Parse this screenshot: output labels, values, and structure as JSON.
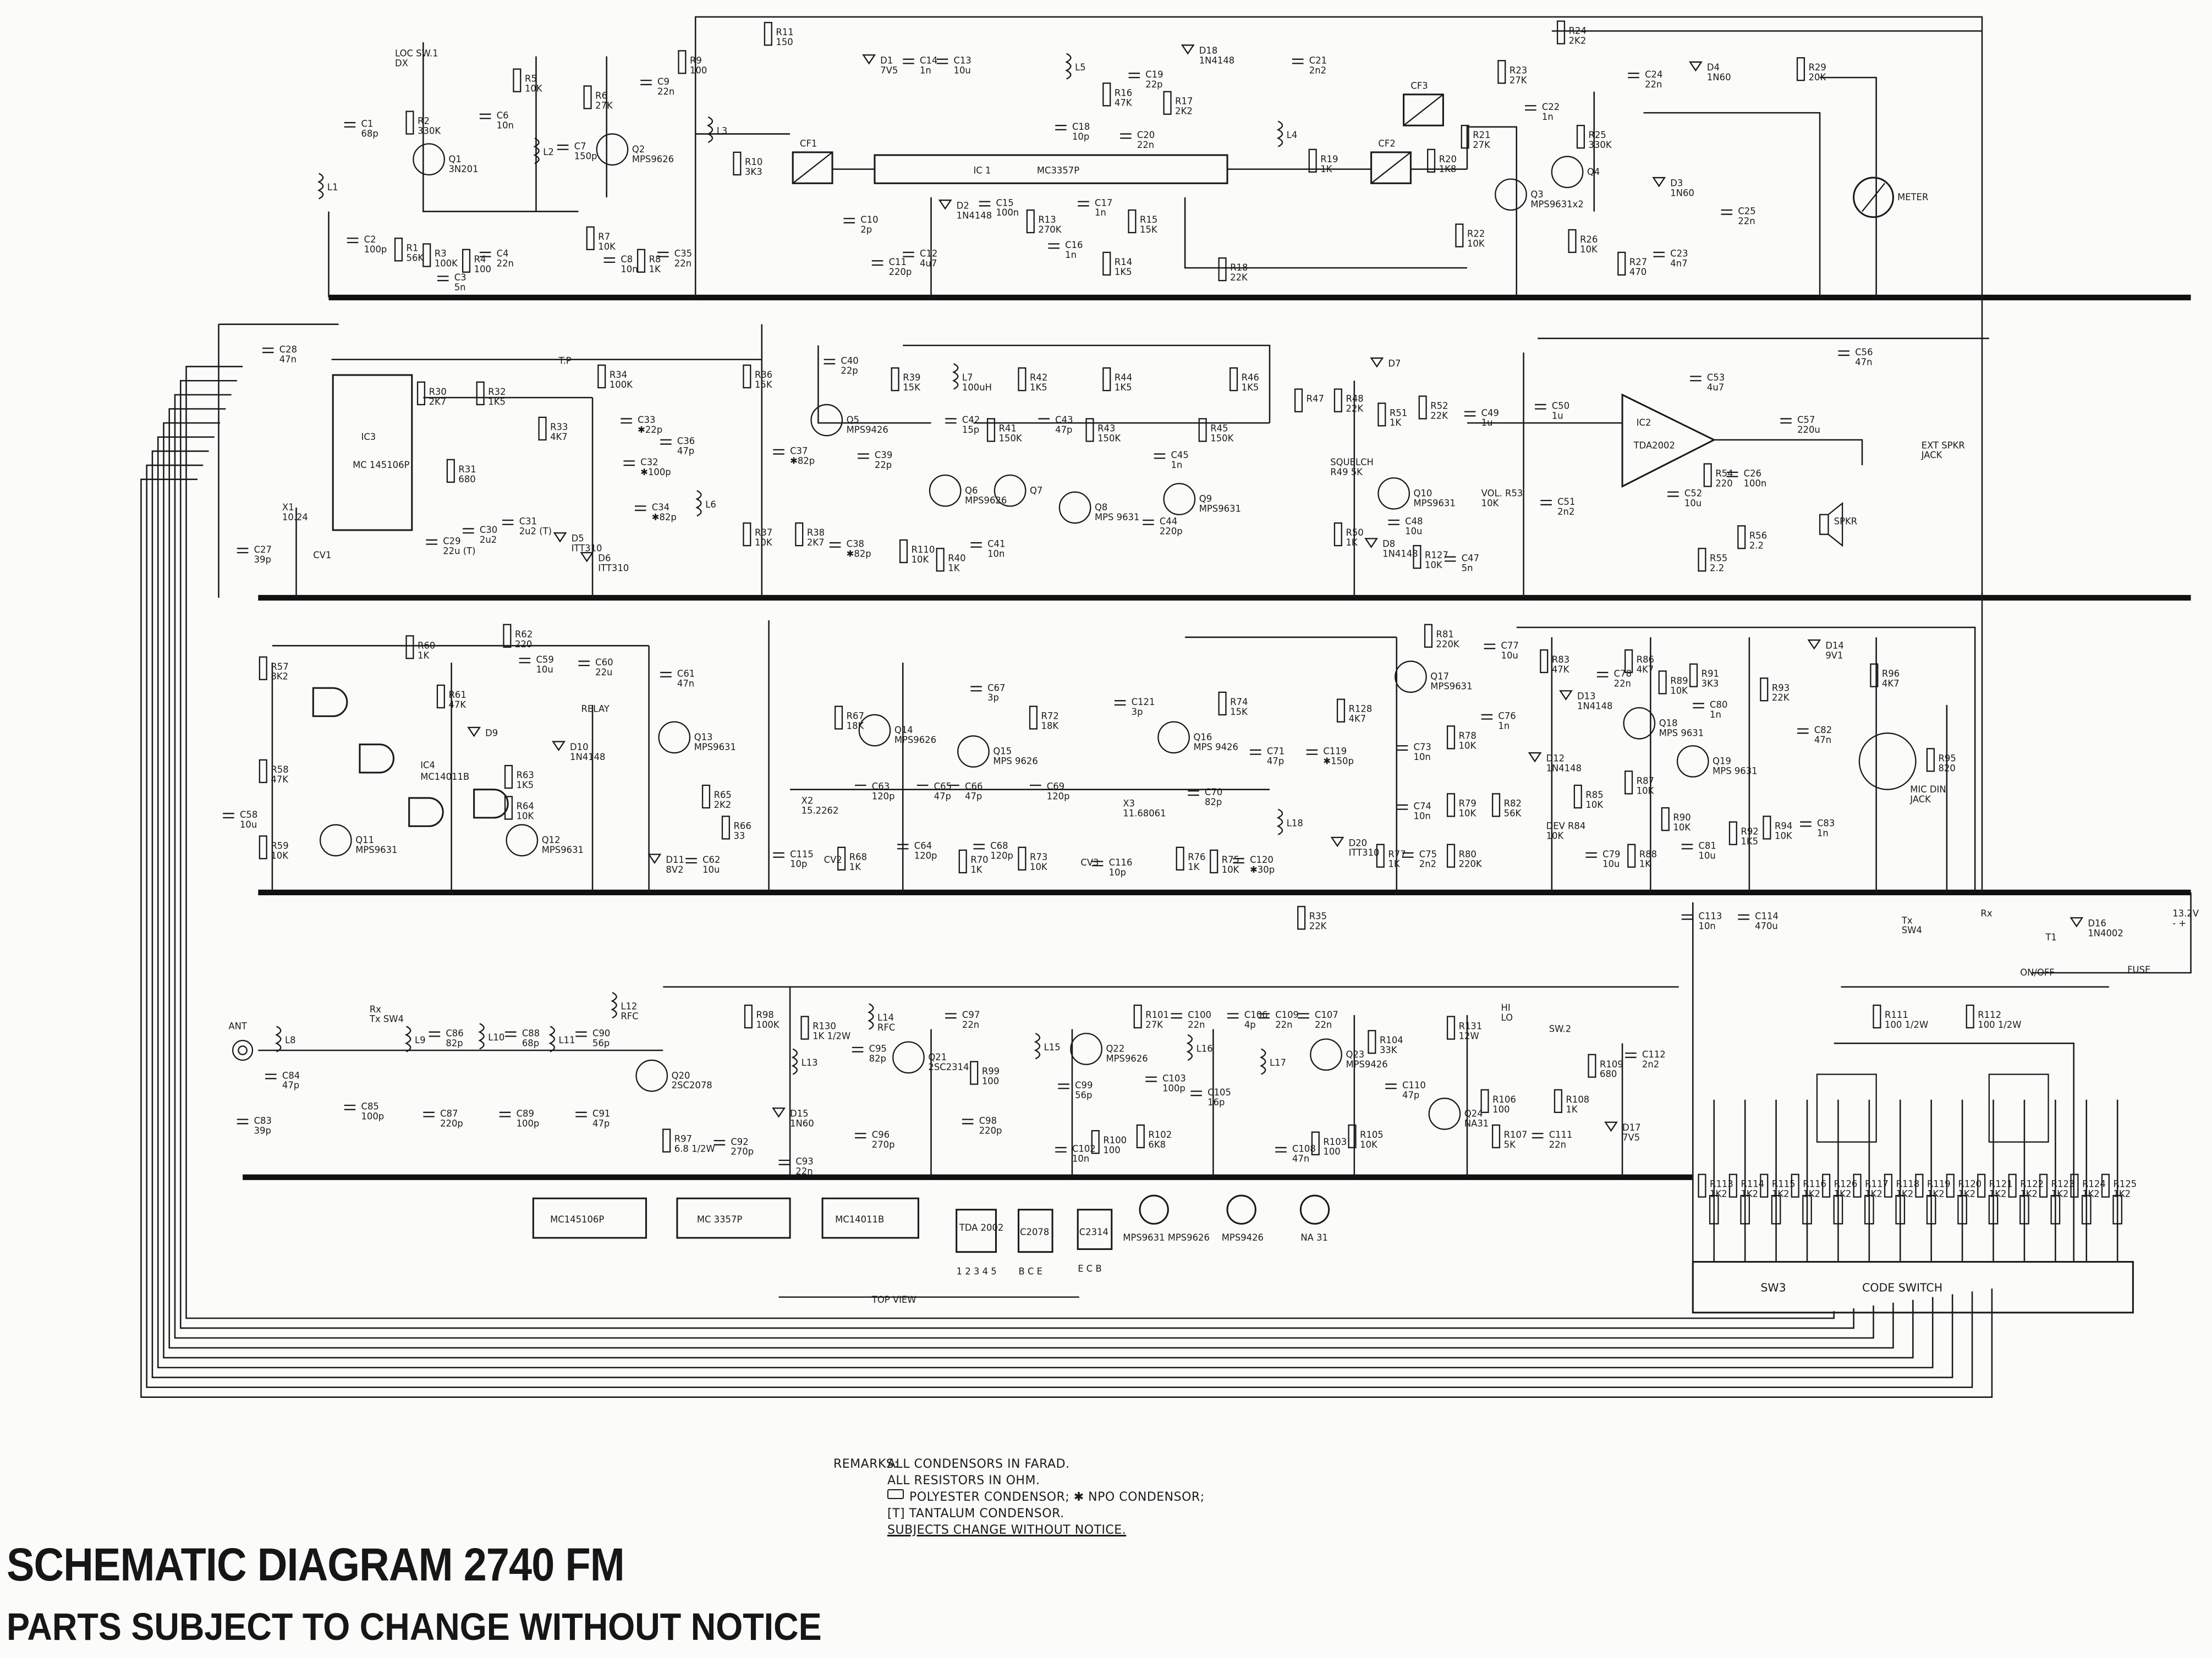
{
  "title": "SCHEMATIC DIAGRAM  2740 FM",
  "subtitle": "PARTS SUBJECT TO CHANGE  WITHOUT NOTICE",
  "remarks": {
    "heading": "REMARKS:",
    "lines": [
      "ALL CONDENSORS IN FARAD.",
      "ALL RESISTORS IN OHM.",
      "POLYESTER CONDENSOR; ✱ NPO CONDENSOR;",
      "[T] TANTALUM CONDENSOR.",
      "SUBJECTS CHANGE WITHOUT NOTICE."
    ]
  },
  "ics": [
    {
      "ref": "IC 1",
      "part": "MC3357P"
    },
    {
      "ref": "IC3",
      "part": "MC 145106P"
    },
    {
      "ref": "IC2",
      "part": "TDA2002"
    },
    {
      "ref": "IC4",
      "part": "MC14011B"
    }
  ],
  "filters": [
    "CF1",
    "CF2",
    "CF3"
  ],
  "code_switch": {
    "ref": "SW3",
    "label": "CODE SWITCH"
  },
  "packages": {
    "items": [
      "MC145106P",
      "MC 3357P",
      "MC14011B",
      "TDA 2002",
      "C2078",
      "C2314",
      "MPS9631 MPS9626",
      "MPS9426",
      "NA 31"
    ],
    "pins": [
      "B C E",
      "E C B",
      "1 2 3 4 5"
    ],
    "caption": "TOP VIEW"
  },
  "components": [
    {
      "ref": "R11",
      "value": "150"
    },
    {
      "ref": "R24",
      "value": "2K2"
    },
    {
      "ref": "R5",
      "value": "10K"
    },
    {
      "ref": "R6",
      "value": "27K"
    },
    {
      "ref": "R9",
      "value": "100"
    },
    {
      "ref": "C9",
      "value": "22n"
    },
    {
      "ref": "Q2",
      "value": "MPS9626"
    },
    {
      "ref": "L3",
      "value": ""
    },
    {
      "ref": "R10",
      "value": "3K3"
    },
    {
      "ref": "C1",
      "value": "68p"
    },
    {
      "ref": "L1",
      "value": ""
    },
    {
      "ref": "R2",
      "value": "330K"
    },
    {
      "ref": "Q1",
      "value": "3N201"
    },
    {
      "ref": "C6",
      "value": "10n"
    },
    {
      "ref": "L2",
      "value": ""
    },
    {
      "ref": "C7",
      "value": "150p"
    },
    {
      "ref": "D1",
      "value": "7V5"
    },
    {
      "ref": "C14",
      "value": "1n"
    },
    {
      "ref": "C13",
      "value": "10u"
    },
    {
      "ref": "L5",
      "value": ""
    },
    {
      "ref": "R16",
      "value": "47K"
    },
    {
      "ref": "R17",
      "value": "2K2"
    },
    {
      "ref": "C19",
      "value": "22p"
    },
    {
      "ref": "D18",
      "value": "1N4148"
    },
    {
      "ref": "C21",
      "value": "2n2"
    },
    {
      "ref": "C18",
      "value": "10p"
    },
    {
      "ref": "C20",
      "value": "22n"
    },
    {
      "ref": "L4",
      "value": ""
    },
    {
      "ref": "R19",
      "value": "1K"
    },
    {
      "ref": "R20",
      "value": "1K8"
    },
    {
      "ref": "R23",
      "value": "27K"
    },
    {
      "ref": "R21",
      "value": "27K"
    },
    {
      "ref": "Q3",
      "value": "MPS9631x2"
    },
    {
      "ref": "C22",
      "value": "1n"
    },
    {
      "ref": "C24",
      "value": "22n"
    },
    {
      "ref": "D4",
      "value": "1N60"
    },
    {
      "ref": "R29",
      "value": "20K"
    },
    {
      "ref": "R25",
      "value": "330K"
    },
    {
      "ref": "Q4",
      "value": ""
    },
    {
      "ref": "D3",
      "value": "1N60"
    },
    {
      "ref": "METER",
      "value": ""
    },
    {
      "ref": "D2",
      "value": "1N4148"
    },
    {
      "ref": "C15",
      "value": "100n"
    },
    {
      "ref": "R13",
      "value": "270K"
    },
    {
      "ref": "C17",
      "value": "1n"
    },
    {
      "ref": "R15",
      "value": "15K"
    },
    {
      "ref": "R18",
      "value": "22K"
    },
    {
      "ref": "R14",
      "value": "1K5"
    },
    {
      "ref": "C16",
      "value": "1n"
    },
    {
      "ref": "C10",
      "value": "2p"
    },
    {
      "ref": "C11",
      "value": "220p"
    },
    {
      "ref": "C12",
      "value": "4u7"
    },
    {
      "ref": "R22",
      "value": "10K"
    },
    {
      "ref": "R26",
      "value": "10K"
    },
    {
      "ref": "R27",
      "value": "470"
    },
    {
      "ref": "C23",
      "value": "4n7"
    },
    {
      "ref": "C25",
      "value": "22n"
    },
    {
      "ref": "R1",
      "value": "56K"
    },
    {
      "ref": "R3",
      "value": "100K"
    },
    {
      "ref": "C3",
      "value": "5n"
    },
    {
      "ref": "R4",
      "value": "100"
    },
    {
      "ref": "C4",
      "value": "22n"
    },
    {
      "ref": "C2",
      "value": "100p"
    },
    {
      "ref": "R7",
      "value": "10K"
    },
    {
      "ref": "C8",
      "value": "10n"
    },
    {
      "ref": "R8",
      "value": "1K"
    },
    {
      "ref": "C35",
      "value": "22n"
    },
    {
      "ref": "LOC SW.1",
      "value": "DX"
    },
    {
      "ref": "C28",
      "value": "47n"
    },
    {
      "ref": "R30",
      "value": "2K7"
    },
    {
      "ref": "R32",
      "value": "1K5"
    },
    {
      "ref": "T.P",
      "value": ""
    },
    {
      "ref": "R31",
      "value": "680"
    },
    {
      "ref": "C30",
      "value": "2u2"
    },
    {
      "ref": "C29",
      "value": "22u (T)"
    },
    {
      "ref": "C31",
      "value": "2u2 (T)"
    },
    {
      "ref": "R33",
      "value": "4K7"
    },
    {
      "ref": "D5",
      "value": "ITT310"
    },
    {
      "ref": "R34",
      "value": "100K"
    },
    {
      "ref": "C33",
      "value": "✱22p"
    },
    {
      "ref": "C32",
      "value": "✱100p"
    },
    {
      "ref": "C34",
      "value": "✱82p"
    },
    {
      "ref": "C36",
      "value": "47p"
    },
    {
      "ref": "D6",
      "value": "ITT310"
    },
    {
      "ref": "L6",
      "value": ""
    },
    {
      "ref": "R36",
      "value": "15K"
    },
    {
      "ref": "Q5",
      "value": "MPS9426"
    },
    {
      "ref": "C40",
      "value": "22p"
    },
    {
      "ref": "C37",
      "value": "✱82p"
    },
    {
      "ref": "C39",
      "value": "22p"
    },
    {
      "ref": "R37",
      "value": "10K"
    },
    {
      "ref": "R38",
      "value": "2K7"
    },
    {
      "ref": "C38",
      "value": "✱82p"
    },
    {
      "ref": "R39",
      "value": "15K"
    },
    {
      "ref": "L7",
      "value": "100uH"
    },
    {
      "ref": "C42",
      "value": "15p"
    },
    {
      "ref": "R41",
      "value": "150K"
    },
    {
      "ref": "R42",
      "value": "1K5"
    },
    {
      "ref": "C43",
      "value": "47p"
    },
    {
      "ref": "Q6",
      "value": "MPS9626"
    },
    {
      "ref": "Q7",
      "value": ""
    },
    {
      "ref": "R40",
      "value": "1K"
    },
    {
      "ref": "R110",
      "value": "10K"
    },
    {
      "ref": "C41",
      "value": "10n"
    },
    {
      "ref": "R44",
      "value": "1K5"
    },
    {
      "ref": "R43",
      "value": "150K"
    },
    {
      "ref": "Q8",
      "value": "MPS 9631"
    },
    {
      "ref": "C44",
      "value": "220p"
    },
    {
      "ref": "R46",
      "value": "1K5"
    },
    {
      "ref": "R45",
      "value": "150K"
    },
    {
      "ref": "C45",
      "value": "1n"
    },
    {
      "ref": "Q9",
      "value": "MPS9631"
    },
    {
      "ref": "D7",
      "value": ""
    },
    {
      "ref": "R47",
      "value": ""
    },
    {
      "ref": "R48",
      "value": "22K"
    },
    {
      "ref": "SQUELCH",
      "value": "R49 5K"
    },
    {
      "ref": "R51",
      "value": "1K"
    },
    {
      "ref": "R52",
      "value": "22K"
    },
    {
      "ref": "Q10",
      "value": "MPS9631"
    },
    {
      "ref": "R50",
      "value": "1K"
    },
    {
      "ref": "D8",
      "value": "1N4148"
    },
    {
      "ref": "C48",
      "value": "10u"
    },
    {
      "ref": "R127",
      "value": "10K"
    },
    {
      "ref": "C47",
      "value": "5n"
    },
    {
      "ref": "C49",
      "value": "1u"
    },
    {
      "ref": "VOL. R53",
      "value": "10K"
    },
    {
      "ref": "C50",
      "value": "1u"
    },
    {
      "ref": "C51",
      "value": "2n2"
    },
    {
      "ref": "C52",
      "value": "10u"
    },
    {
      "ref": "C53",
      "value": "4u7"
    },
    {
      "ref": "R54",
      "value": "220"
    },
    {
      "ref": "C26",
      "value": "100n"
    },
    {
      "ref": "R55",
      "value": "2.2"
    },
    {
      "ref": "R56",
      "value": "2.2"
    },
    {
      "ref": "C57",
      "value": "220u"
    },
    {
      "ref": "EXT SPKR",
      "value": "JACK"
    },
    {
      "ref": "SPKR",
      "value": ""
    },
    {
      "ref": "C56",
      "value": "47n"
    },
    {
      "ref": "X1",
      "value": "10.24"
    },
    {
      "ref": "CV1",
      "value": ""
    },
    {
      "ref": "C27",
      "value": "39p"
    },
    {
      "ref": "R62",
      "value": "220"
    },
    {
      "ref": "R57",
      "value": "8K2"
    },
    {
      "ref": "R60",
      "value": "1K"
    },
    {
      "ref": "R61",
      "value": "47K"
    },
    {
      "ref": "C59",
      "value": "10u"
    },
    {
      "ref": "C60",
      "value": "22u"
    },
    {
      "ref": "D9",
      "value": ""
    },
    {
      "ref": "D10",
      "value": "1N4148"
    },
    {
      "ref": "RELAY",
      "value": ""
    },
    {
      "ref": "R63",
      "value": "1K5"
    },
    {
      "ref": "R64",
      "value": "10K"
    },
    {
      "ref": "Q11",
      "value": "MPS9631"
    },
    {
      "ref": "Q12",
      "value": "MPS9631"
    },
    {
      "ref": "R58",
      "value": "47K"
    },
    {
      "ref": "R59",
      "value": "10K"
    },
    {
      "ref": "C58",
      "value": "10u"
    },
    {
      "ref": "Q13",
      "value": "MPS9631"
    },
    {
      "ref": "C61",
      "value": "47n"
    },
    {
      "ref": "R65",
      "value": "2K2"
    },
    {
      "ref": "R66",
      "value": "33"
    },
    {
      "ref": "D11",
      "value": "8V2"
    },
    {
      "ref": "C62",
      "value": "10u"
    },
    {
      "ref": "R67",
      "value": "18K"
    },
    {
      "ref": "Q14",
      "value": "MPS9626"
    },
    {
      "ref": "X2",
      "value": "15.2262"
    },
    {
      "ref": "C63",
      "value": "120p"
    },
    {
      "ref": "C65",
      "value": "47p"
    },
    {
      "ref": "C66",
      "value": "47p"
    },
    {
      "ref": "C115",
      "value": "10p"
    },
    {
      "ref": "CV2",
      "value": ""
    },
    {
      "ref": "R68",
      "value": "1K"
    },
    {
      "ref": "C64",
      "value": "120p"
    },
    {
      "ref": "R70",
      "value": "1K"
    },
    {
      "ref": "C67",
      "value": "3p"
    },
    {
      "ref": "R72",
      "value": "18K"
    },
    {
      "ref": "Q15",
      "value": "MPS 9626"
    },
    {
      "ref": "C69",
      "value": "120p"
    },
    {
      "ref": "X3",
      "value": "11.68061"
    },
    {
      "ref": "R73",
      "value": "10K"
    },
    {
      "ref": "CV3",
      "value": ""
    },
    {
      "ref": "C116",
      "value": "10p"
    },
    {
      "ref": "C68",
      "value": "120p"
    },
    {
      "ref": "C121",
      "value": "3p"
    },
    {
      "ref": "Q16",
      "value": "MPS 9426"
    },
    {
      "ref": "R74",
      "value": "15K"
    },
    {
      "ref": "C71",
      "value": "47p"
    },
    {
      "ref": "C70",
      "value": "82p"
    },
    {
      "ref": "R76",
      "value": "1K"
    },
    {
      "ref": "R75",
      "value": "10K"
    },
    {
      "ref": "C120",
      "value": "✱30p"
    },
    {
      "ref": "L18",
      "value": ""
    },
    {
      "ref": "C119",
      "value": "✱150p"
    },
    {
      "ref": "D20",
      "value": "ITT310"
    },
    {
      "ref": "R128",
      "value": "4K7"
    },
    {
      "ref": "R81",
      "value": "220K"
    },
    {
      "ref": "C77",
      "value": "10u"
    },
    {
      "ref": "Q17",
      "value": "MPS9631"
    },
    {
      "ref": "C73",
      "value": "10n"
    },
    {
      "ref": "C74",
      "value": "10n"
    },
    {
      "ref": "R78",
      "value": "10K"
    },
    {
      "ref": "C76",
      "value": "1n"
    },
    {
      "ref": "R77",
      "value": "1K"
    },
    {
      "ref": "C75",
      "value": "2n2"
    },
    {
      "ref": "R79",
      "value": "10K"
    },
    {
      "ref": "R80",
      "value": "220K"
    },
    {
      "ref": "R83",
      "value": "47K"
    },
    {
      "ref": "D13",
      "value": "1N4148"
    },
    {
      "ref": "C78",
      "value": "22n"
    },
    {
      "ref": "R86",
      "value": "4K7"
    },
    {
      "ref": "D12",
      "value": "1N4148"
    },
    {
      "ref": "R82",
      "value": "56K"
    },
    {
      "ref": "DEV R84",
      "value": "10K"
    },
    {
      "ref": "R85",
      "value": "10K"
    },
    {
      "ref": "C79",
      "value": "10u"
    },
    {
      "ref": "R87",
      "value": "10K"
    },
    {
      "ref": "R88",
      "value": "1K"
    },
    {
      "ref": "Q18",
      "value": "MPS 9631"
    },
    {
      "ref": "R89",
      "value": "10K"
    },
    {
      "ref": "C80",
      "value": "1n"
    },
    {
      "ref": "R91",
      "value": "3K3"
    },
    {
      "ref": "R93",
      "value": "22K"
    },
    {
      "ref": "Q19",
      "value": "MPS 9631"
    },
    {
      "ref": "R90",
      "value": "10K"
    },
    {
      "ref": "C81",
      "value": "10u"
    },
    {
      "ref": "R92",
      "value": "1K5"
    },
    {
      "ref": "R94",
      "value": "10K"
    },
    {
      "ref": "C82",
      "value": "47n"
    },
    {
      "ref": "D14",
      "value": "9V1"
    },
    {
      "ref": "R96",
      "value": "4K7"
    },
    {
      "ref": "MIC DIN",
      "value": "JACK"
    },
    {
      "ref": "R95",
      "value": "820"
    },
    {
      "ref": "C83",
      "value": "1n"
    },
    {
      "ref": "R35",
      "value": "22K"
    },
    {
      "ref": "C113",
      "value": "10n"
    },
    {
      "ref": "C114",
      "value": "470u"
    },
    {
      "ref": "D16",
      "value": "1N4002"
    },
    {
      "ref": "13.2V",
      "value": "- +"
    },
    {
      "ref": "FUSE",
      "value": ""
    },
    {
      "ref": "ON/OFF",
      "value": ""
    },
    {
      "ref": "T1",
      "value": ""
    },
    {
      "ref": "Tx",
      "value": "SW4"
    },
    {
      "ref": "Rx",
      "value": ""
    },
    {
      "ref": "ANT",
      "value": ""
    },
    {
      "ref": "L8",
      "value": ""
    },
    {
      "ref": "C84",
      "value": "47p"
    },
    {
      "ref": "C83",
      "value": "39p"
    },
    {
      "ref": "Rx",
      "value": "Tx SW4"
    },
    {
      "ref": "L9",
      "value": ""
    },
    {
      "ref": "C86",
      "value": "82p"
    },
    {
      "ref": "L10",
      "value": ""
    },
    {
      "ref": "C88",
      "value": "68p"
    },
    {
      "ref": "L11",
      "value": ""
    },
    {
      "ref": "C90",
      "value": "56p"
    },
    {
      "ref": "L12",
      "value": "RFC"
    },
    {
      "ref": "C85",
      "value": "100p"
    },
    {
      "ref": "C87",
      "value": "220p"
    },
    {
      "ref": "C89",
      "value": "100p"
    },
    {
      "ref": "C91",
      "value": "47p"
    },
    {
      "ref": "Q20",
      "value": "2SC2078"
    },
    {
      "ref": "R98",
      "value": "100K"
    },
    {
      "ref": "R130",
      "value": "1K 1/2W"
    },
    {
      "ref": "L13",
      "value": ""
    },
    {
      "ref": "L14",
      "value": "RFC"
    },
    {
      "ref": "C95",
      "value": "82p"
    },
    {
      "ref": "Q21",
      "value": "2SC2314"
    },
    {
      "ref": "C97",
      "value": "22n"
    },
    {
      "ref": "R97",
      "value": "6.8 1/2W"
    },
    {
      "ref": "C92",
      "value": "270p"
    },
    {
      "ref": "D15",
      "value": "1N60"
    },
    {
      "ref": "C93",
      "value": "22n"
    },
    {
      "ref": "C96",
      "value": "270p"
    },
    {
      "ref": "R99",
      "value": "100"
    },
    {
      "ref": "C98",
      "value": "220p"
    },
    {
      "ref": "L15",
      "value": ""
    },
    {
      "ref": "C99",
      "value": "56p"
    },
    {
      "ref": "Q22",
      "value": "MPS9626"
    },
    {
      "ref": "R101",
      "value": "27K"
    },
    {
      "ref": "C100",
      "value": "22n"
    },
    {
      "ref": "C103",
      "value": "100p"
    },
    {
      "ref": "C102",
      "value": "10n"
    },
    {
      "ref": "R100",
      "value": "100"
    },
    {
      "ref": "R102",
      "value": "6K8"
    },
    {
      "ref": "L16",
      "value": ""
    },
    {
      "ref": "C105",
      "value": "16p"
    },
    {
      "ref": "C106",
      "value": "4p"
    },
    {
      "ref": "L17",
      "value": ""
    },
    {
      "ref": "C109",
      "value": "22n"
    },
    {
      "ref": "R104",
      "value": "33K"
    },
    {
      "ref": "C107",
      "value": "22n"
    },
    {
      "ref": "Q23",
      "value": "MPS9426"
    },
    {
      "ref": "C110",
      "value": "47p"
    },
    {
      "ref": "C108",
      "value": "47n"
    },
    {
      "ref": "R103",
      "value": "100"
    },
    {
      "ref": "R105",
      "value": "10K"
    },
    {
      "ref": "R131",
      "value": "12W"
    },
    {
      "ref": "HI",
      "value": "LO"
    },
    {
      "ref": "SW.2",
      "value": ""
    },
    {
      "ref": "Q24",
      "value": "NA31"
    },
    {
      "ref": "R106",
      "value": "100"
    },
    {
      "ref": "R108",
      "value": "1K"
    },
    {
      "ref": "R107",
      "value": "5K"
    },
    {
      "ref": "C111",
      "value": "22n"
    },
    {
      "ref": "R109",
      "value": "680"
    },
    {
      "ref": "C112",
      "value": "2n2"
    },
    {
      "ref": "D17",
      "value": "7V5"
    },
    {
      "ref": "R111",
      "value": "100 1/2W"
    },
    {
      "ref": "R112",
      "value": "100 1/2W"
    },
    {
      "ref": "R113",
      "value": "1K2"
    },
    {
      "ref": "R114",
      "value": "1K2"
    },
    {
      "ref": "R115",
      "value": "1K2"
    },
    {
      "ref": "R116",
      "value": "1K2"
    },
    {
      "ref": "R126",
      "value": "1K2"
    },
    {
      "ref": "R117",
      "value": "1K2"
    },
    {
      "ref": "R118",
      "value": "1K2"
    },
    {
      "ref": "R119",
      "value": "1K2"
    },
    {
      "ref": "R120",
      "value": "1K2"
    },
    {
      "ref": "R121",
      "value": "1K2"
    },
    {
      "ref": "R122",
      "value": "1K2"
    },
    {
      "ref": "R123",
      "value": "1K2"
    },
    {
      "ref": "R124",
      "value": "1K2"
    },
    {
      "ref": "R125",
      "value": "1K2"
    }
  ]
}
